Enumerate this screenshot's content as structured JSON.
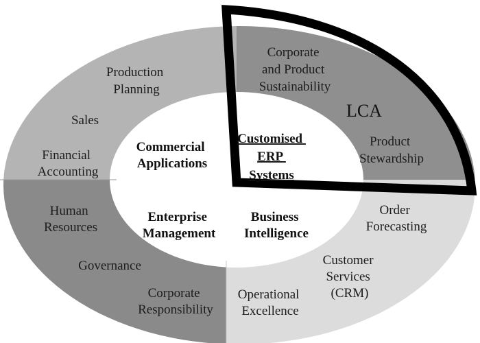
{
  "segments": {
    "top_left": {
      "color": "#b4b4b4"
    },
    "lca": {
      "color": "#8f8f8f"
    },
    "bottom_left": {
      "color": "#8a8a8a"
    },
    "bottom_right": {
      "color": "#dcdcdc"
    }
  },
  "highlight_color": "#000000",
  "labels": {
    "production_planning": [
      "Production",
      "Planning"
    ],
    "sales": "Sales",
    "financial_accounting": [
      "Financial",
      "Accounting"
    ],
    "corporate_product_sustainability": [
      "Corporate",
      "and Product",
      "Sustainability"
    ],
    "lca": "LCA",
    "product_stewardship": [
      "Product",
      "Stewardship"
    ],
    "human_resources": [
      "Human",
      "Resources"
    ],
    "governance": "Governance",
    "corporate_responsibility": [
      "Corporate",
      "Responsibility"
    ],
    "order_forecasting": [
      "Order",
      "Forecasting"
    ],
    "customer_services": [
      "Customer",
      "Services",
      "(CRM)"
    ],
    "operational_excellence": [
      "Operational",
      "Excellence"
    ]
  },
  "core": {
    "commercial_applications": [
      "Commercial",
      "Applications"
    ],
    "customised_erp_systems": [
      "Customised",
      "ERP",
      "Systems"
    ],
    "enterprise_management": [
      "Enterprise",
      "Management"
    ],
    "business_intelligence": [
      "Business",
      "Intelligence"
    ]
  }
}
